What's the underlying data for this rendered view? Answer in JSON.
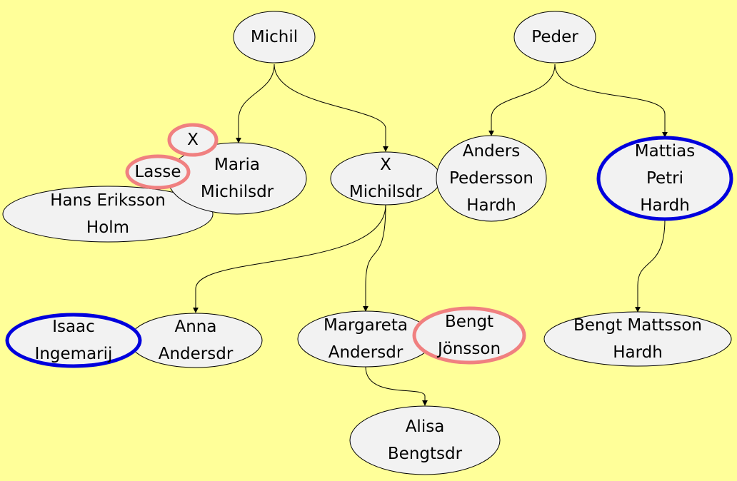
{
  "nodes": {
    "michil": {
      "lines": [
        "Michil"
      ],
      "style": "normal"
    },
    "peder": {
      "lines": [
        "Peder"
      ],
      "style": "normal"
    },
    "x_small": {
      "lines": [
        "X"
      ],
      "style": "pink"
    },
    "lasse": {
      "lines": [
        "Lasse"
      ],
      "style": "pink"
    },
    "maria": {
      "lines": [
        "Maria",
        "Michilsdr"
      ],
      "style": "normal"
    },
    "hans": {
      "lines": [
        "Hans Eriksson",
        "Holm"
      ],
      "style": "normal"
    },
    "x_michilsdr": {
      "lines": [
        "X",
        "Michilsdr"
      ],
      "style": "normal"
    },
    "anders": {
      "lines": [
        "Anders",
        "Pedersson",
        "Hardh"
      ],
      "style": "normal"
    },
    "mattias": {
      "lines": [
        "Mattias",
        "Petri",
        "Hardh"
      ],
      "style": "blue"
    },
    "isaac": {
      "lines": [
        "Isaac",
        "Ingemarij"
      ],
      "style": "blue"
    },
    "anna": {
      "lines": [
        "Anna",
        "Andersdr"
      ],
      "style": "normal"
    },
    "margareta": {
      "lines": [
        "Margareta",
        "Andersdr"
      ],
      "style": "normal"
    },
    "bengt_j": {
      "lines": [
        "Bengt",
        "Jönsson"
      ],
      "style": "pink"
    },
    "bengt_m": {
      "lines": [
        "Bengt Mattsson",
        "Hardh"
      ],
      "style": "normal"
    },
    "alisa": {
      "lines": [
        "Alisa",
        "Bengtsdr"
      ],
      "style": "normal"
    }
  },
  "edges": [
    {
      "from": "michil",
      "to": "maria"
    },
    {
      "from": "michil",
      "to": "x_michilsdr"
    },
    {
      "from": "peder",
      "to": "anders"
    },
    {
      "from": "peder",
      "to": "mattias"
    },
    {
      "from": "x_michilsdr",
      "to": "anna"
    },
    {
      "from": "x_michilsdr",
      "to": "margareta"
    },
    {
      "from": "mattias",
      "to": "bengt_m"
    },
    {
      "from": "margareta",
      "to": "alisa"
    }
  ],
  "colors": {
    "background": "#ffff99",
    "node_fill": "#f2f2f2",
    "highlight_pink": "#f08080",
    "highlight_blue": "#0000dd"
  }
}
